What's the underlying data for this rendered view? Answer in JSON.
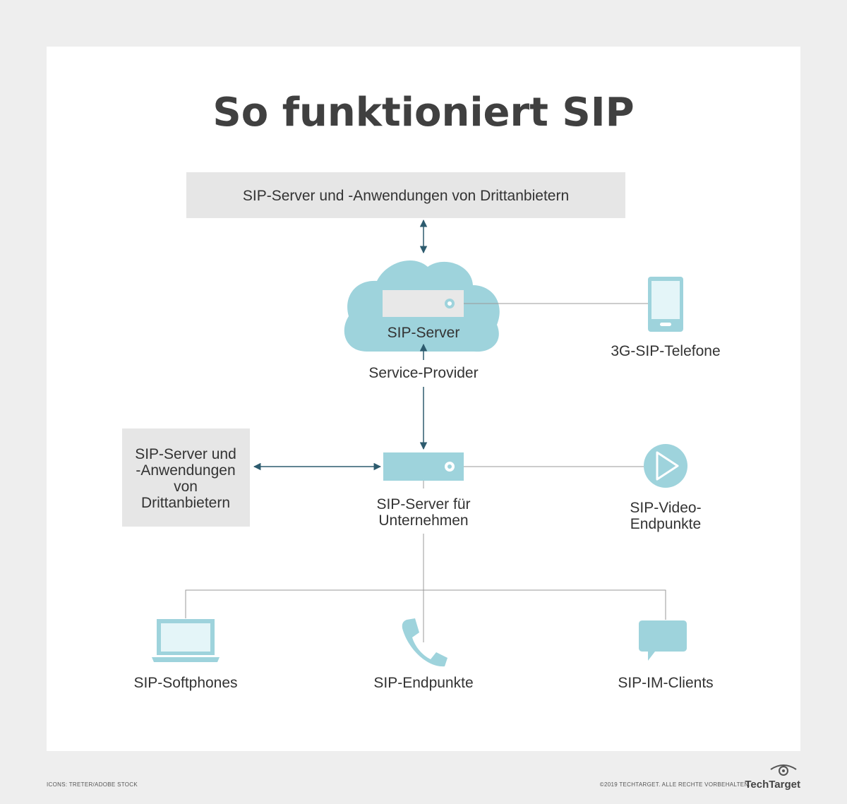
{
  "title": "So funktioniert SIP",
  "nodes": {
    "third_party_top": "SIP-Server und -Anwendungen von Drittanbietern",
    "sip_server": "SIP-Server",
    "service_provider": "Service-Provider",
    "phones_3g": "3G-SIP-Telefone",
    "third_party_left": [
      "SIP-Server und",
      "-Anwendungen",
      "von",
      "Drittanbietern"
    ],
    "enterprise_server": [
      "SIP-Server für",
      "Unternehmen"
    ],
    "video_endpoints": [
      "SIP-Video-",
      "Endpunkte"
    ],
    "softphones": "SIP-Softphones",
    "endpoints": "SIP-Endpunkte",
    "im_clients": "SIP-IM-Clients"
  },
  "footer": {
    "credits": "ICONS: TRETER/ADOBE STOCK",
    "copyright": "©2019 TECHTARGET. ALLE RECHTE VORBEHALTEN.",
    "brand": "TechTarget"
  },
  "colors": {
    "panel": "#ffffff",
    "background": "#eeeeee",
    "box": "#e6e6e6",
    "icon_fill": "#9ed3dc",
    "icon_light": "#e4f5f8",
    "line": "#999999",
    "arrow": "#2d5b6e",
    "text": "#333333"
  }
}
